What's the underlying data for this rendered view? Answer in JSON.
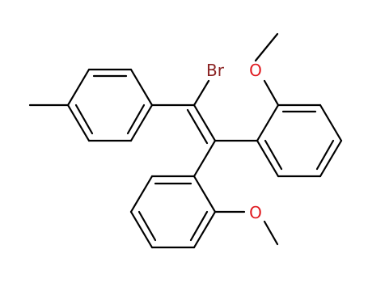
{
  "molecule": {
    "atoms": [
      {
        "id": "br",
        "symbol": "Br",
        "color": "#8b2323"
      },
      {
        "id": "o1",
        "symbol": "O",
        "color": "#e0191f"
      },
      {
        "id": "o2",
        "symbol": "O",
        "color": "#e0191f"
      }
    ],
    "bond_color": "#000000"
  }
}
